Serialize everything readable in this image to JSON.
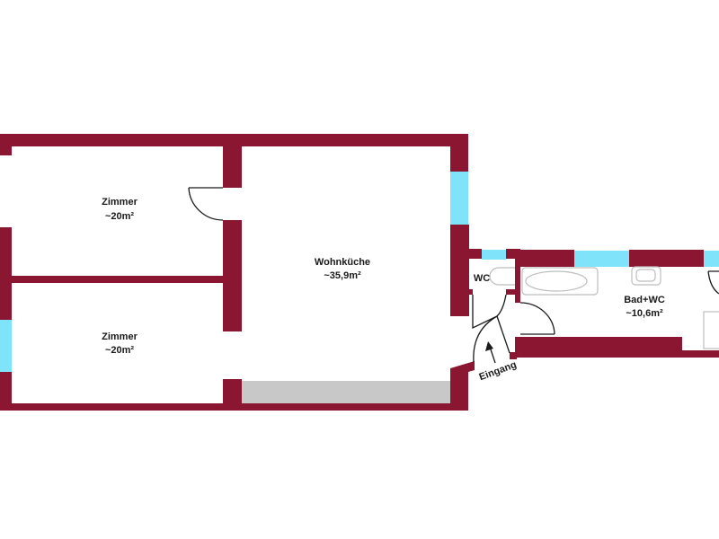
{
  "colors": {
    "wall": "#8B1631",
    "window": "#7FE3FA",
    "balcony": "#C8C8C8"
  },
  "rooms": [
    {
      "name": "Zimmer",
      "area": "~20m²"
    },
    {
      "name": "Zimmer",
      "area": "~20m²"
    },
    {
      "name": "Wohnküche",
      "area": "~35,9m²"
    },
    {
      "name": "WC"
    },
    {
      "name": "Bad+WC",
      "area": "~10,6m²"
    }
  ],
  "entrance": {
    "label": "Eingang"
  }
}
